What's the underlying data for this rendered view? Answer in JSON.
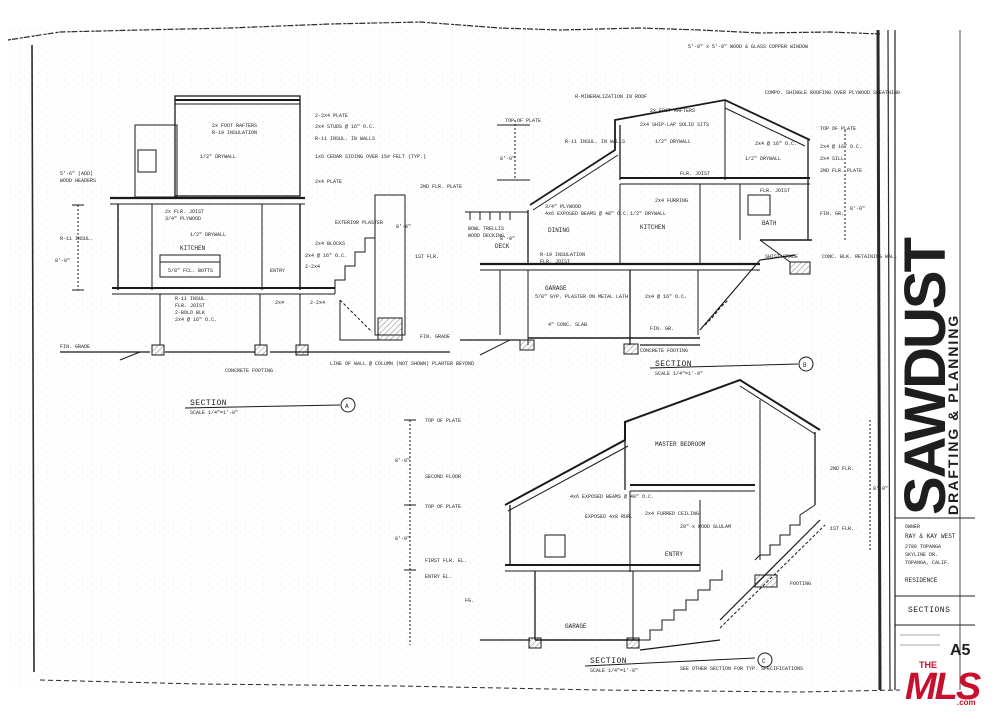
{
  "section_a": {
    "top_labels": [
      "2x FOOT RAFTERS",
      "R-19 INSULATION",
      "2-2x4 PLATE",
      "2x4 STUDS @ 16\" O.C.",
      "R-11 INSUL. IN WALLS",
      "1/2\" DRYWALL",
      "1x6 CEDAR SIDING OVER 15# FELT (TYP.)",
      "2x4 PLATE",
      "2ND FLR. PLATE"
    ],
    "mid_labels": [
      "2x FLR. JOIST",
      "3/4\" PLYWOOD",
      "KITCHEN",
      "1/2\" DRYWALL",
      "R-11 INSUL.",
      "5/8\" FCL. BOTTS",
      "EXTERIOR PLASTER",
      "2x4 BLOCKS",
      "2x4 @ 16\" O.C.",
      "2-2x4",
      "ENTRY",
      "1ST FLR."
    ],
    "low_labels": [
      "R-11 INSUL.",
      "FLR. JOIST",
      "2x4",
      "2-2x4",
      "2-BOLD BLK",
      "2x4 @ 16\" O.C.",
      "FIN. GRADE",
      "FIN. GRADE",
      "CONCRETE FOOTING",
      "LINE OF WALL @ COLUMN (NOT SHOWN) PLANTER BEYOND"
    ],
    "dims": [
      "5'-6\" (ADD)",
      "WOOD HEADERS",
      "8'-0\"",
      "8'-0\""
    ],
    "title": "SECTION",
    "scale": "SCALE 1/4\"=1'-0\"",
    "marker": "A"
  },
  "section_b": {
    "labels": [
      "5'-0\" x 5'-0\" WOOD & GLASS COPPER WINDOW",
      "R-MINERALIZATION IN ROOF",
      "2x FOOT RAFTERS",
      "COMPO. SHINGLE ROOFING OVER PLYWOOD SHEATHING",
      "TOP OF PLATE",
      "R-11 INSUL. IN WALLS",
      "2x4 SHIP-LAP SOLID SITS",
      "1/2\" DRYWALL",
      "2x4 @ 16\" O.C.",
      "2x4 @ 16\" O.C.",
      "1/2\" DRYWALL",
      "2x4 SILL",
      "2ND FLR. PLATE",
      "TOP OF PLATE",
      "FLR. JOIST",
      "FLR. JOIST",
      "BATH",
      "2x4 FURRING",
      "3/4\" PLYWOOD",
      "4x6 EXPOSED BEAMS @ 48\" O.C.",
      "1/2\" DRYWALL",
      "KITCHEN",
      "DINING",
      "DECK",
      "BOWL TRELLIS",
      "WOOD DECKING",
      "FIN. GR.",
      "CONC. BLK. RETAINING WALL",
      "SHIST GRADE",
      "R-19 INSULATION",
      "FLR. JOIST",
      "GARAGE",
      "5/8\" GYP. PLASTER ON METAL LATH",
      "2x4 @ 16\" O.C.",
      "4\" CONC. SLAB",
      "CONCRETE FOOTING",
      "FIN. GR."
    ],
    "dims": [
      "8'-0\"",
      "8'-0\"",
      "8'-0\""
    ],
    "title": "SECTION",
    "scale": "SCALE 1/4\"=1'-0\"",
    "marker": "B"
  },
  "section_c": {
    "labels": [
      "TOP OF PLATE",
      "MASTER BEDROOM",
      "SECOND FLOOR",
      "2ND FLR.",
      "TOP OF PLATE",
      "4x6 EXPOSED BEAMS @ 48\" O.C.",
      "EXPOSED 4x8 RDR.",
      "2x4 FURRED CEILING",
      "20\" x WOOD GLULAM",
      "ENTRY",
      "1ST FLR.",
      "FIRST FLR. EL.",
      "ENTRY EL.",
      "GARAGE",
      "FOOTING",
      "FG."
    ],
    "dims": [
      "8'-0\"",
      "8'-0\"",
      "8'-0\""
    ],
    "title": "SECTION",
    "scale": "SCALE 1/4\"=1'-0\"",
    "marker": "C",
    "note": "SEE OTHER SECTION FOR TYP. SPECIFICATIONS"
  },
  "title_block": {
    "logo_line1": "SAWDUST",
    "logo_line2": "DRAFTING & PLANNING",
    "owner_label": "OWNER",
    "owner_name": "RAY & KAY WEST",
    "address_1": "2780 TOPANGA",
    "address_2": "SKYLINE DR.",
    "address_3": "TOPANGA, CALIF.",
    "project": "RESIDENCE",
    "sheet_title": "SECTIONS",
    "sheet_number": "A5"
  },
  "watermark": {
    "the": "THE",
    "brand": "MLS",
    "domain": ".com"
  }
}
